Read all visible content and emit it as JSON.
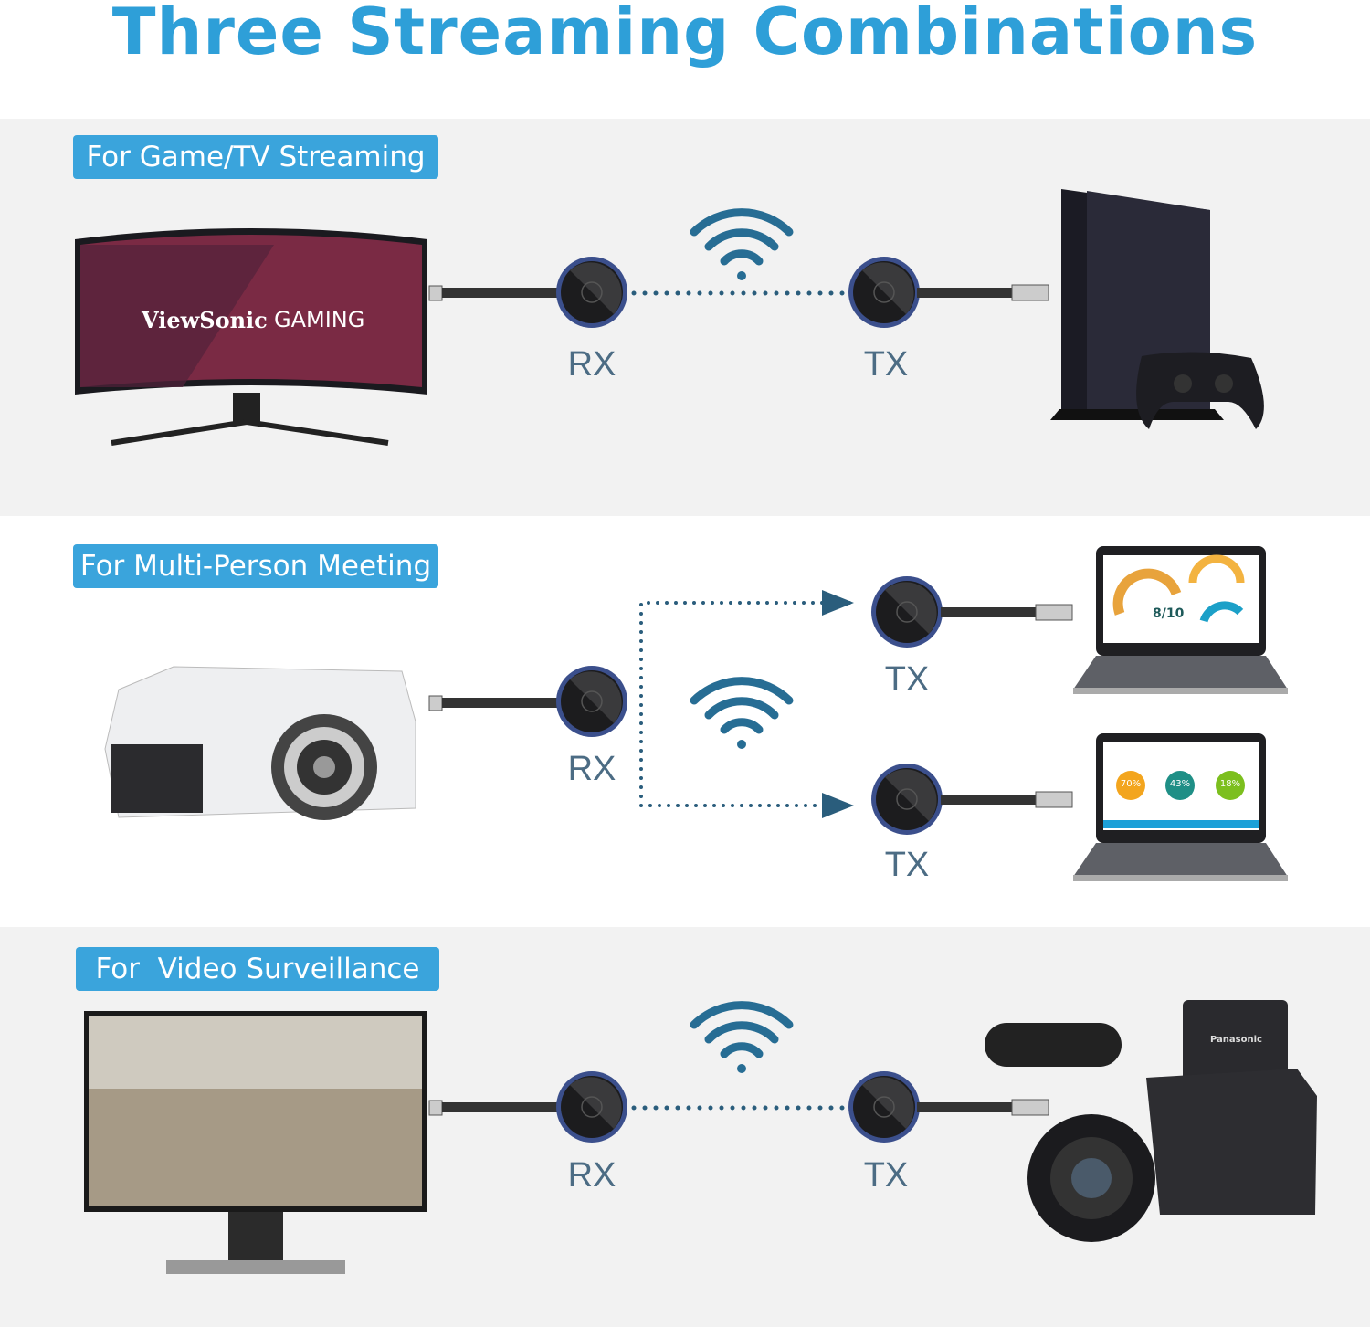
{
  "title": "Three Streaming Combinations",
  "colors": {
    "accent": "#2e9fd8",
    "pill": "#3aa4dc",
    "dots": "#2a5d7c",
    "label": "#4c6c84",
    "band": "#f2f2f2"
  },
  "sections": [
    {
      "label": "For Game/TV Streaming",
      "rx": "RX",
      "tx": "TX",
      "monitor_brand": "ViewSonic",
      "monitor_sub": "GAMING",
      "source": "game-console"
    },
    {
      "label": "For Multi-Person Meeting",
      "rx": "RX",
      "tx": [
        "TX",
        "TX"
      ],
      "laptop1_screen": "8/10",
      "laptop2_screen": [
        "70%",
        "43%",
        "18%"
      ],
      "source": "laptops",
      "display": "projector"
    },
    {
      "label": "For  Video Surveillance",
      "rx": "RX",
      "tx": "TX",
      "camera_brand": "Panasonic",
      "source": "camcorder"
    }
  ]
}
